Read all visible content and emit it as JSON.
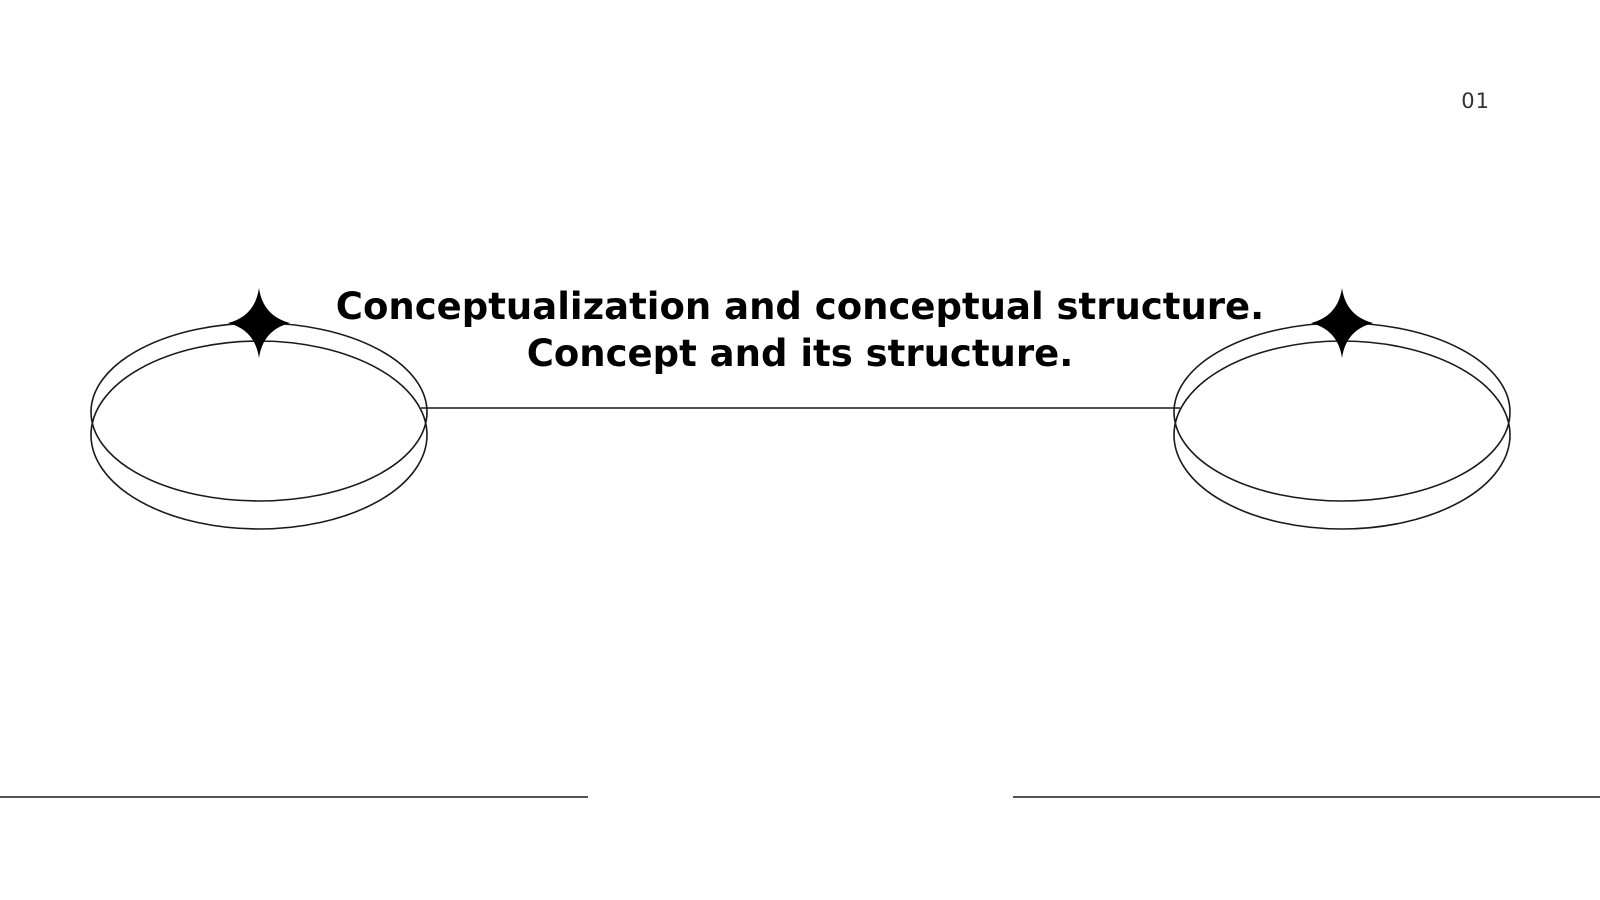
{
  "slide": {
    "page_number": "01",
    "title_line_1": "Conceptualization and conceptual structure.",
    "title_line_2": "Concept and its structure."
  },
  "colors": {
    "background": "#ffffff",
    "ink": "#000000",
    "page_number": "#333333"
  }
}
